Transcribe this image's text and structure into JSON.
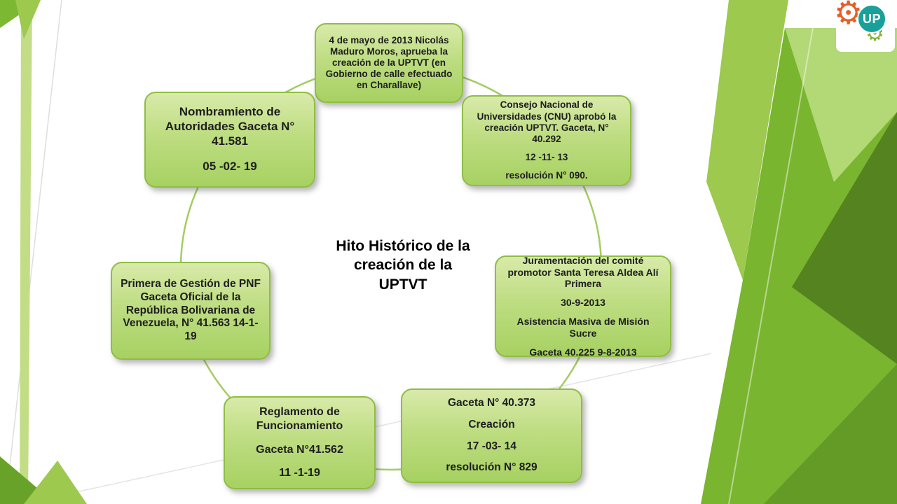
{
  "slide": {
    "center_title": "Hito Histórico de la creación de la UPTVT",
    "nodes": [
      {
        "id": "creacion-uptvt",
        "lines": [
          "4 de mayo de 2013 Nicolás Maduro Moros, aprueba la creación de la UPTVT (en Gobierno de calle efectuado en Charallave)"
        ]
      },
      {
        "id": "cnu-aprobacion",
        "lines": [
          "Consejo Nacional de Universidades (CNU) aprobó la creación UPTVT. Gaceta, N° 40.292",
          "12 -11- 13",
          "resolución N° 090."
        ]
      },
      {
        "id": "juramentacion-comite",
        "lines": [
          "Juramentación del comité promotor Santa Teresa Aldea Alí Primera",
          "30-9-2013",
          "Asistencia Masiva de Misión Sucre",
          "Gaceta 40.225  9-8-2013"
        ]
      },
      {
        "id": "gaceta-creacion",
        "lines": [
          "Gaceta N° 40.373",
          "Creación",
          "17 -03- 14",
          "resolución N° 829"
        ]
      },
      {
        "id": "reglamento-funcionamiento",
        "lines": [
          "Reglamento de Funcionamiento",
          "Gaceta N°41.562",
          "11 -1-19"
        ]
      },
      {
        "id": "primera-gestion-pnf",
        "lines": [
          "Primera de Gestión de PNF Gaceta Oficial de la República Bolivariana de Venezuela, N° 41.563 14-1-19"
        ]
      },
      {
        "id": "nombramiento-autoridades",
        "lines": [
          "Nombramiento de Autoridades Gaceta N° 41.581",
          "05 -02- 19"
        ]
      }
    ]
  },
  "logo": {
    "text": "UP"
  },
  "icons": {
    "gear": "⚙"
  },
  "colors": {
    "box_fill_light": "#d8eaa9",
    "box_fill_dark": "#a7d162",
    "box_border": "#8fbd45",
    "connector_green": "#a4cd60",
    "facet_bright_green": "#79b52f",
    "facet_dark_green": "#517f1e",
    "facet_light_green": "#b3d876",
    "logo_teal": "#19a09a",
    "logo_orange": "#e2602a",
    "text_dark": "#1d1d1d"
  }
}
